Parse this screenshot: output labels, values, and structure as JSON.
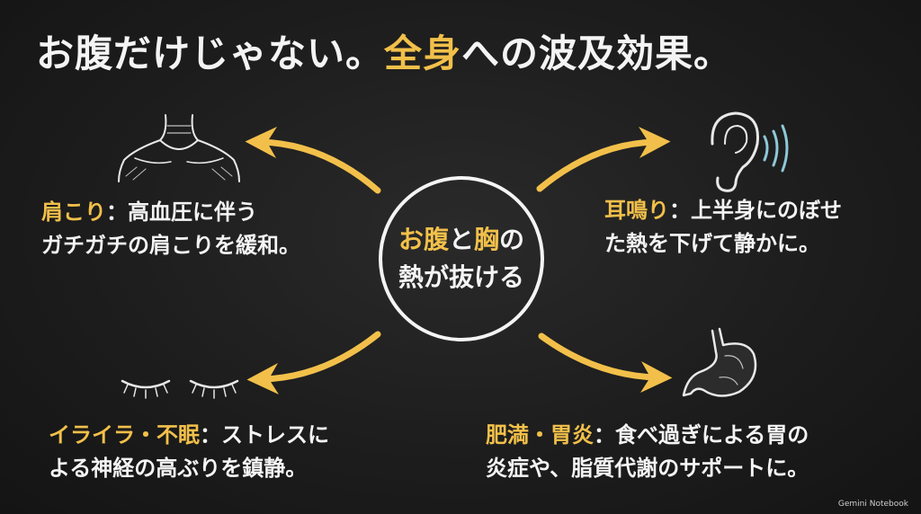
{
  "title": {
    "part1": "お腹だけじゃない。",
    "part2": "全身",
    "part3": "への波及効果。"
  },
  "center": {
    "line1_a": "お腹",
    "line1_b": "と",
    "line1_c": "胸",
    "line1_d": "の",
    "line2": "熱が抜ける"
  },
  "effects": {
    "shoulder": {
      "label": "肩こり",
      "sep": "：",
      "text1": "高血圧に伴う",
      "text2": "ガチガチの肩こりを緩和。"
    },
    "ear": {
      "label": "耳鳴り",
      "sep": "：",
      "text1": "上半身にのぼせ",
      "text2": "た熱を下げて静かに。"
    },
    "sleep": {
      "label": "イライラ・不眠",
      "sep": "：",
      "text1": "ストレスに",
      "text2": "よる神経の高ぶりを鎮静。"
    },
    "stomach": {
      "label": "肥満・胃炎",
      "sep": "：",
      "text1": "食べ過ぎによる胃の",
      "text2": "炎症や、脂質代謝のサポートに。"
    }
  },
  "watermark": "Gemini Notebook",
  "icons": {
    "shoulder": "neck-shoulders-icon",
    "ear": "ear-sound-icon",
    "sleep": "closed-eyes-icon",
    "stomach": "stomach-icon"
  },
  "colors": {
    "accent": "#f2c04a",
    "text": "#f4f4f4",
    "background": "#1d1d1d"
  }
}
